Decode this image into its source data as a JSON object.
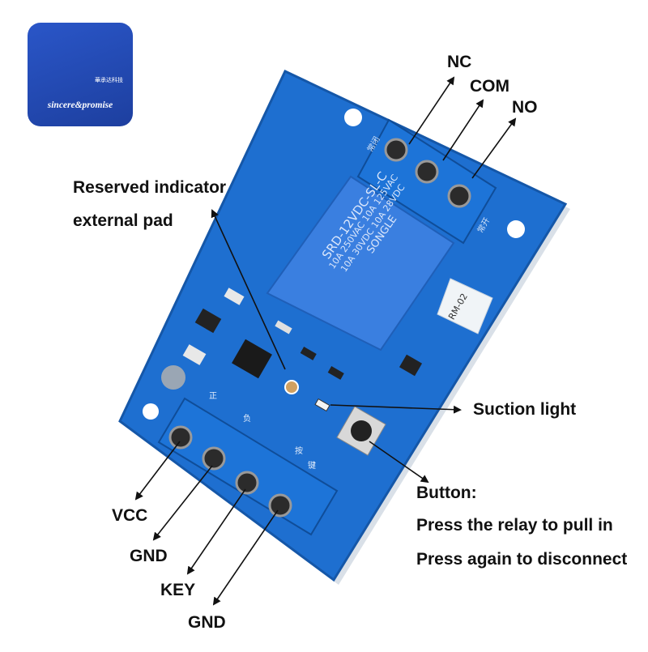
{
  "logo": {
    "wordmark": "sincere&promise",
    "cn_text": "華承达科技",
    "brand_color": "#2450c0"
  },
  "board": {
    "color": "#1e6fd0",
    "relay_color": "#3a7fe0",
    "relay_markings": [
      "SRD-12VDC-SL-C",
      "10A 250VAC  10A 125VAC",
      "10A 30VDC  10A 28VDC",
      "SONGLE"
    ],
    "silk_nc": "常闭",
    "silk_no": "常开",
    "silk_pos": "正",
    "silk_neg": "负",
    "silk_key1": "按",
    "silk_key2": "键",
    "model": "RM-02"
  },
  "labels": {
    "nc": "NC",
    "com": "COM",
    "no": "NO",
    "reserved_line1": "Reserved indicator",
    "reserved_line2": "external pad",
    "suction": "Suction light",
    "button_title": "Button:",
    "button_line1": "Press the relay to pull in",
    "button_line2": "Press again to disconnect",
    "vcc": "VCC",
    "gnd1": "GND",
    "key": "KEY",
    "gnd2": "GND"
  }
}
